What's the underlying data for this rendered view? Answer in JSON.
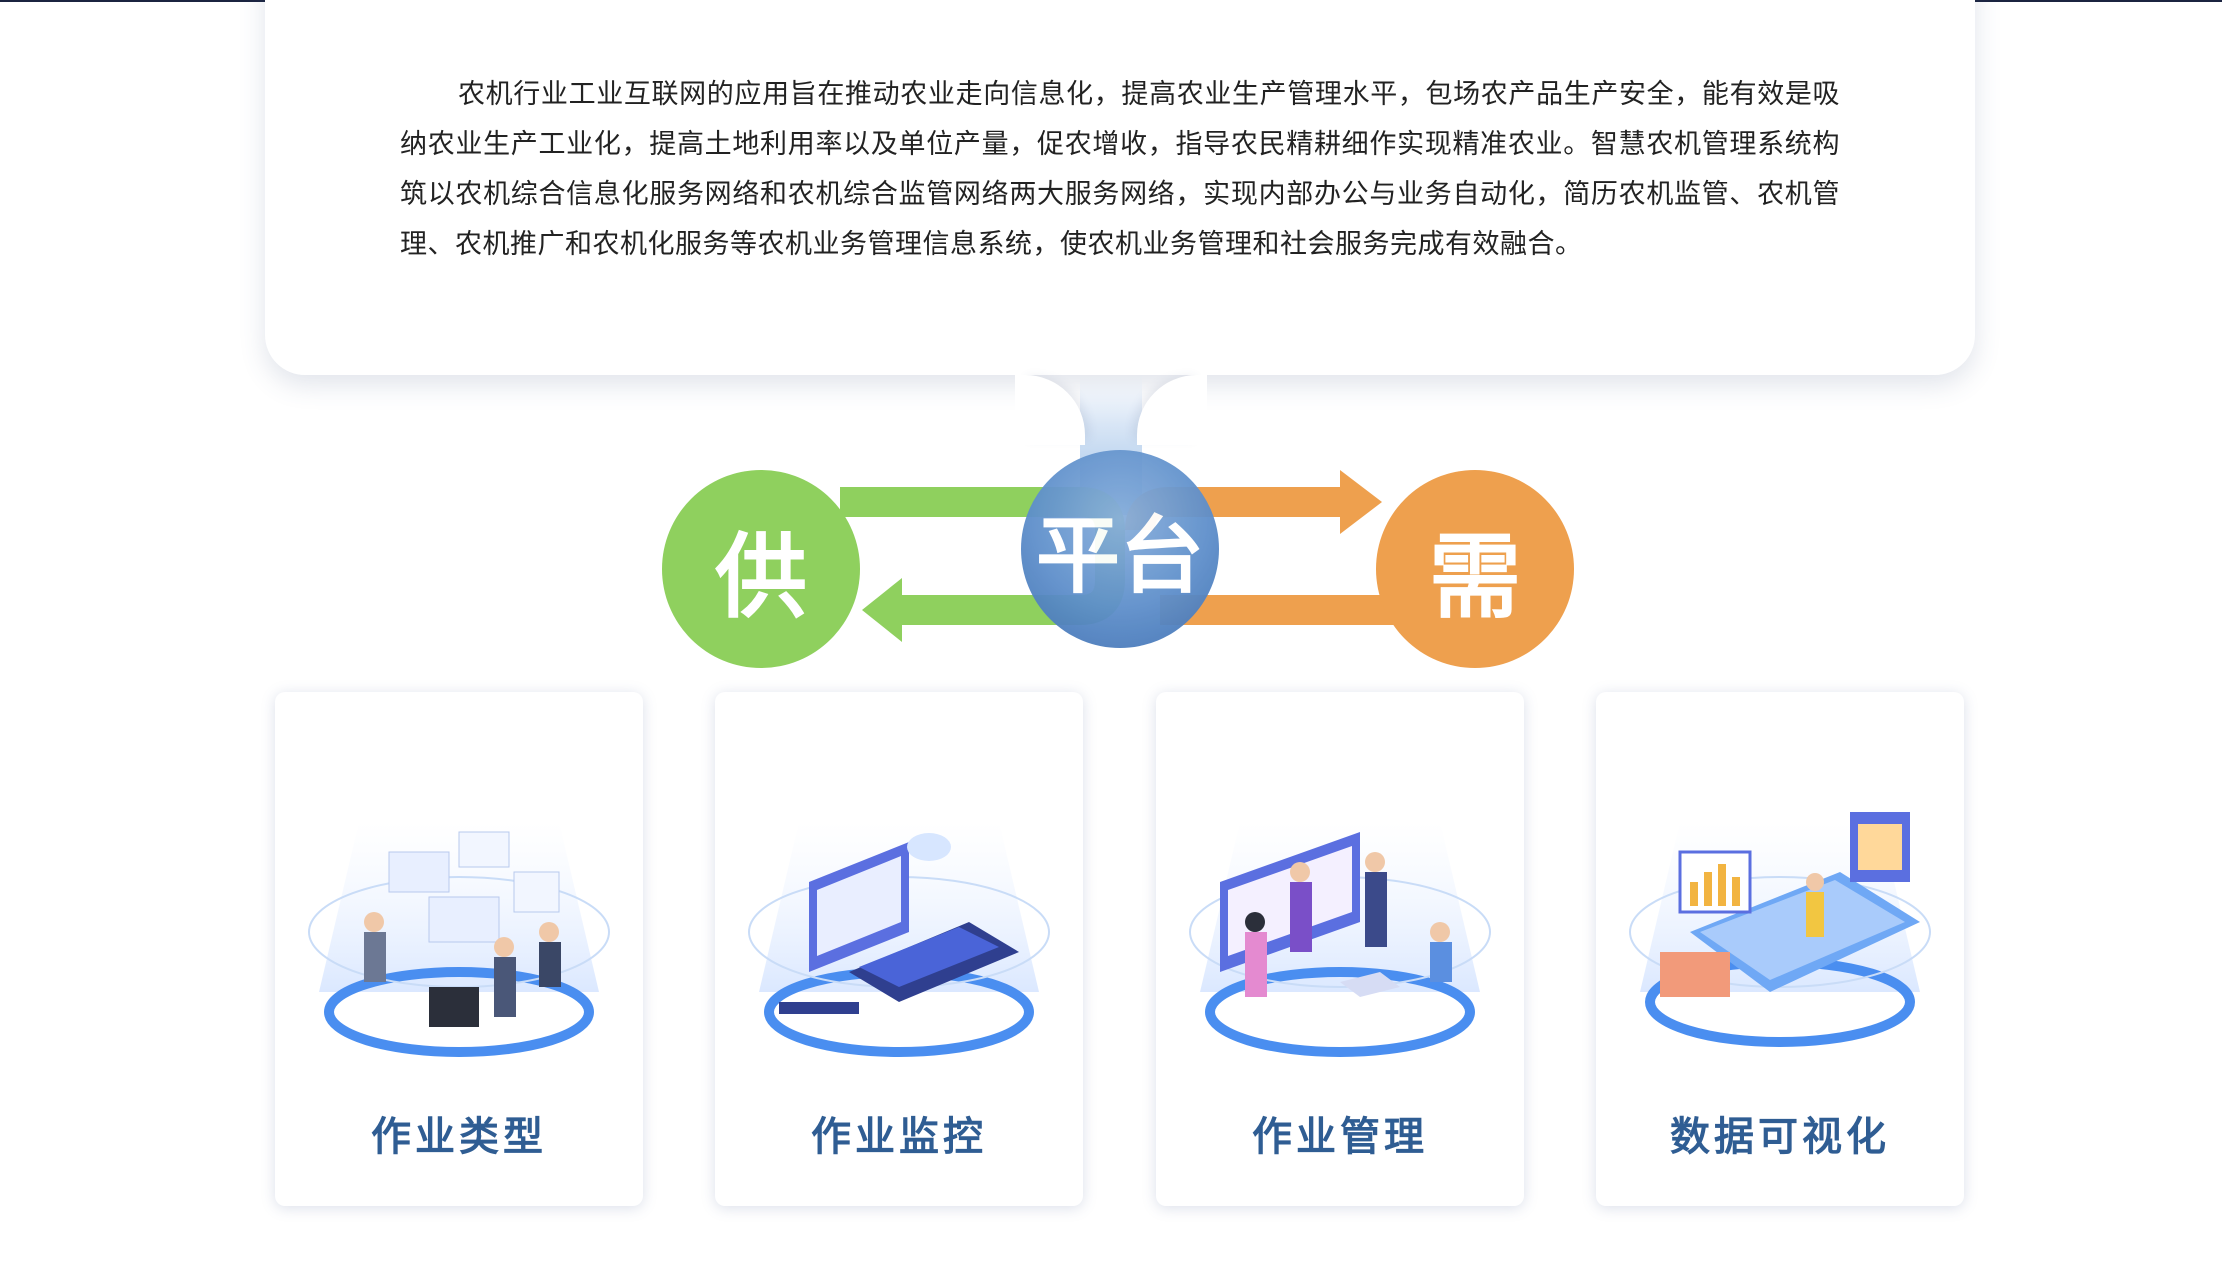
{
  "intro": {
    "text": "农机行业工业互联网的应用旨在推动农业走向信息化，提高农业生产管理水平，包场农产品生产安全，能有效是吸纳农业生产工业化，提高土地利用率以及单位产量，促农增收，指导农民精耕细作实现精准农业。智慧农机管理系统构筑以农机综合信息化服务网络和农机综合监管网络两大服务网络，实现内部办公与业务自动化，简历农机监管、农机管理、农机推广和农机化服务等农机业务管理信息系统，使农机业务管理和社会服务完成有效融合。"
  },
  "diagram": {
    "supply": "供",
    "platform": "平台",
    "demand": "需",
    "colors": {
      "supply": "#8fd05e",
      "demand": "#eea04e",
      "platform": "#5e8fcb"
    }
  },
  "features": [
    {
      "label": "作业类型",
      "icon": "team-dashboard-illustration"
    },
    {
      "label": "作业监控",
      "icon": "data-server-illustration"
    },
    {
      "label": "作业管理",
      "icon": "management-screen-illustration"
    },
    {
      "label": "数据可视化",
      "icon": "data-visualization-illustration"
    }
  ]
}
